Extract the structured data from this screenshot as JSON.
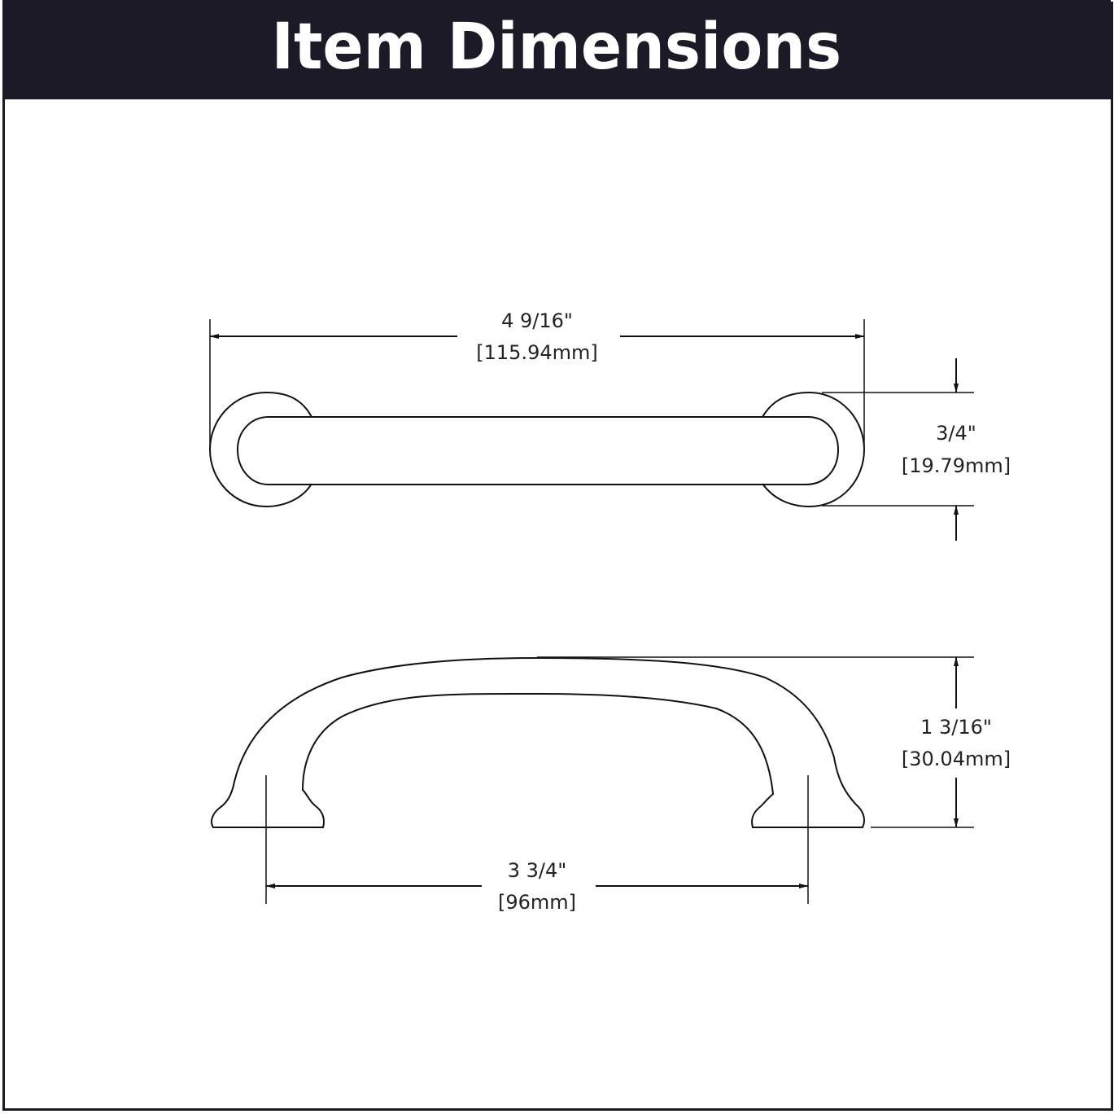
{
  "header": {
    "title": "Item Dimensions",
    "background_color": "#1b1a26",
    "text_color": "#ffffff"
  },
  "views": {
    "top_view": {
      "overall_length": {
        "imperial": "4 9/16\"",
        "metric": "[115.94mm]"
      },
      "base_diameter": {
        "imperial": "3/4\"",
        "metric": "[19.79mm]"
      }
    },
    "side_view": {
      "projection": {
        "imperial": "1 3/16\"",
        "metric": "[30.04mm]"
      },
      "center_to_center": {
        "imperial": "3 3/4\"",
        "metric": "[96mm]"
      }
    }
  },
  "colors": {
    "line": "#111111",
    "text": "#222222",
    "background": "#ffffff"
  }
}
